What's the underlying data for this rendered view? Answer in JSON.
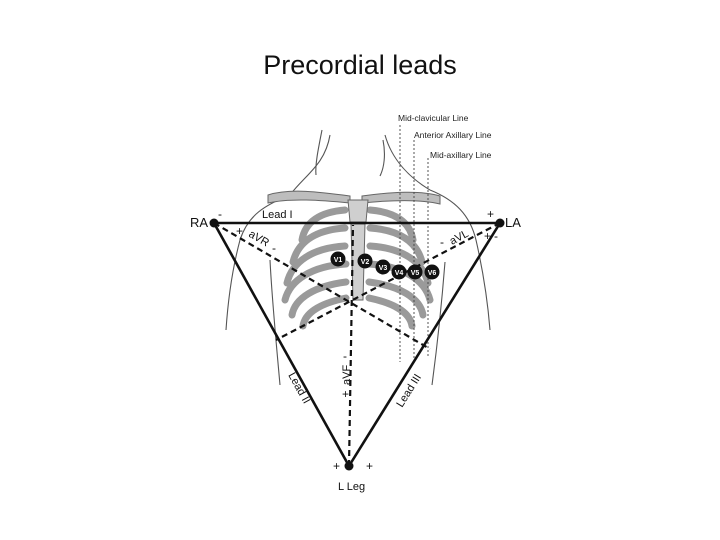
{
  "title": "Precordial leads",
  "diagram": {
    "anatomical_lines": [
      "Mid-clavicular Line",
      "Anterior Axillary Line",
      "Mid-axillary Line"
    ],
    "electrodes": {
      "ra": "RA",
      "la": "LA",
      "leg": "L Leg"
    },
    "leads": {
      "lead_i": "Lead I",
      "lead_ii": "Lead II",
      "lead_iii": "Lead III",
      "avr": "aVR",
      "avl": "aVL",
      "avf": "aVF"
    },
    "polarity": {
      "plus": "+",
      "minus": "-"
    },
    "precordial": [
      "V1",
      "V2",
      "V3",
      "V4",
      "V5",
      "V6"
    ]
  }
}
